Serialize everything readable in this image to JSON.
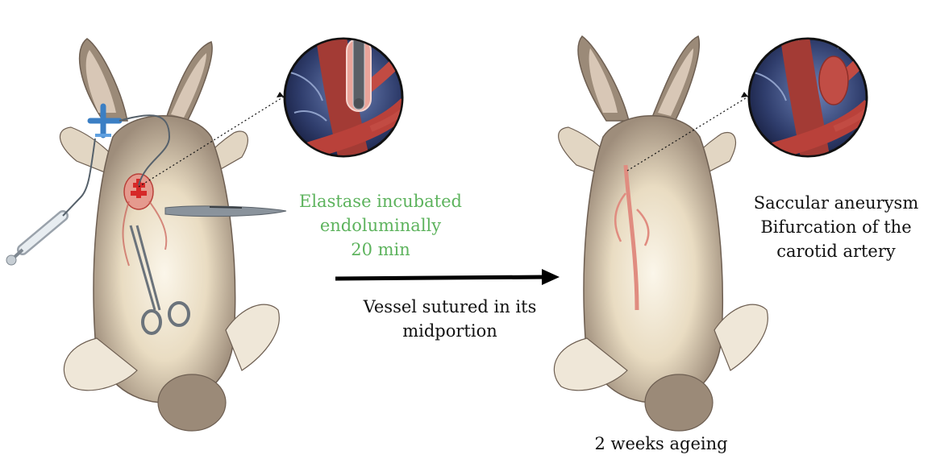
{
  "labels": {
    "elastase": [
      "Elastase incubated",
      "endoluminally",
      "20 min"
    ],
    "vessel_sutured": [
      "Vessel sutured in its",
      "midportion"
    ],
    "ageing": "2 weeks ageing",
    "aneurysm": [
      "Saccular aneurysm",
      "Bifurcation of the",
      "carotid artery"
    ]
  },
  "colors": {
    "elastase_text": "#5db35d",
    "fur": "#9b8a78",
    "fur_light": "#f2ecdf",
    "artery": "#b9413a",
    "inset_bg": "#2d3a66"
  }
}
